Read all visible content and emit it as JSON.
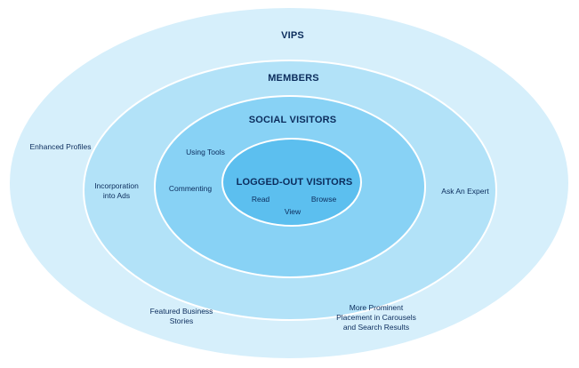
{
  "colors": {
    "vips_fill": "#d6effb",
    "members_fill": "#b2e2f8",
    "social_fill": "#88d2f5",
    "logged_out_fill": "#5cbfef",
    "ring_stroke": "#ffffff",
    "text": "#0b2c5c"
  },
  "rings": {
    "vips": {
      "title": "VIPS",
      "features": {
        "enhanced_profiles": "Enhanced Profiles",
        "featured_business_line1": "Featured Business",
        "featured_business_line2": "Stories",
        "prominent_line1": "More Prominent",
        "prominent_line2": "Placement in Carousels",
        "prominent_line3": "and Search Results"
      }
    },
    "members": {
      "title": "MEMBERS",
      "features": {
        "incorporation_line1": "Incorporation",
        "incorporation_line2": "into Ads",
        "ask_expert": "Ask An Expert"
      }
    },
    "social_visitors": {
      "title": "SOCIAL VISITORS",
      "features": {
        "using_tools": "Using Tools",
        "commenting": "Commenting"
      }
    },
    "logged_out_visitors": {
      "title": "LOGGED-OUT VISITORS",
      "features": {
        "read": "Read",
        "browse": "Browse",
        "view": "View"
      }
    }
  }
}
